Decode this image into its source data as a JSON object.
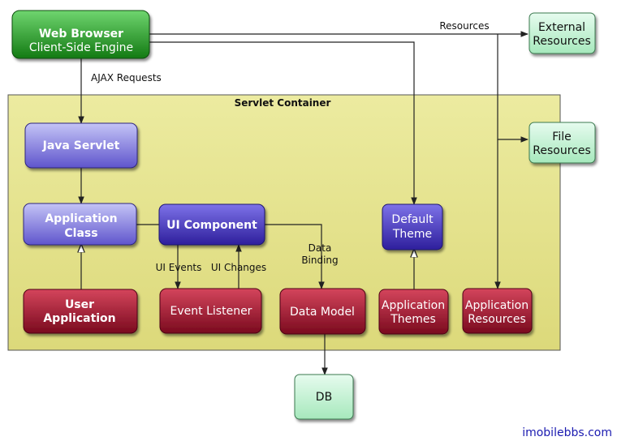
{
  "container": {
    "title": "Servlet Container"
  },
  "nodes": {
    "web_browser": {
      "line1": "Web Browser",
      "line2": "Client-Side Engine"
    },
    "external_resources": {
      "line1": "External",
      "line2": "Resources"
    },
    "file_resources": {
      "line1": "File",
      "line2": "Resources"
    },
    "java_servlet": {
      "line1": "Java Servlet"
    },
    "application_class": {
      "line1": "Application",
      "line2": "Class"
    },
    "ui_component": {
      "line1": "UI Component"
    },
    "default_theme": {
      "line1": "Default",
      "line2": "Theme"
    },
    "user_application": {
      "line1": "User",
      "line2": "Application"
    },
    "event_listener": {
      "line1": "Event Listener"
    },
    "data_model": {
      "line1": "Data Model"
    },
    "application_themes": {
      "line1": "Application",
      "line2": "Themes"
    },
    "application_resources": {
      "line1": "Application",
      "line2": "Resources"
    },
    "db": {
      "line1": "DB"
    }
  },
  "edges": {
    "resources": "Resources",
    "ajax_requests": "AJAX Requests",
    "ui_events": "UI Events",
    "ui_changes": "UI Changes",
    "data_binding_1": "Data",
    "data_binding_2": "Binding"
  },
  "watermark": "imobilebbs.com",
  "colors": {
    "container_fill": "#e6e48c",
    "green_node": "#1e8a1e",
    "light_green_node": "#c4f2d2",
    "blue_node": "#4a3cc0",
    "light_blue_node": "#9a9ae6",
    "red_node": "#a0142c"
  }
}
